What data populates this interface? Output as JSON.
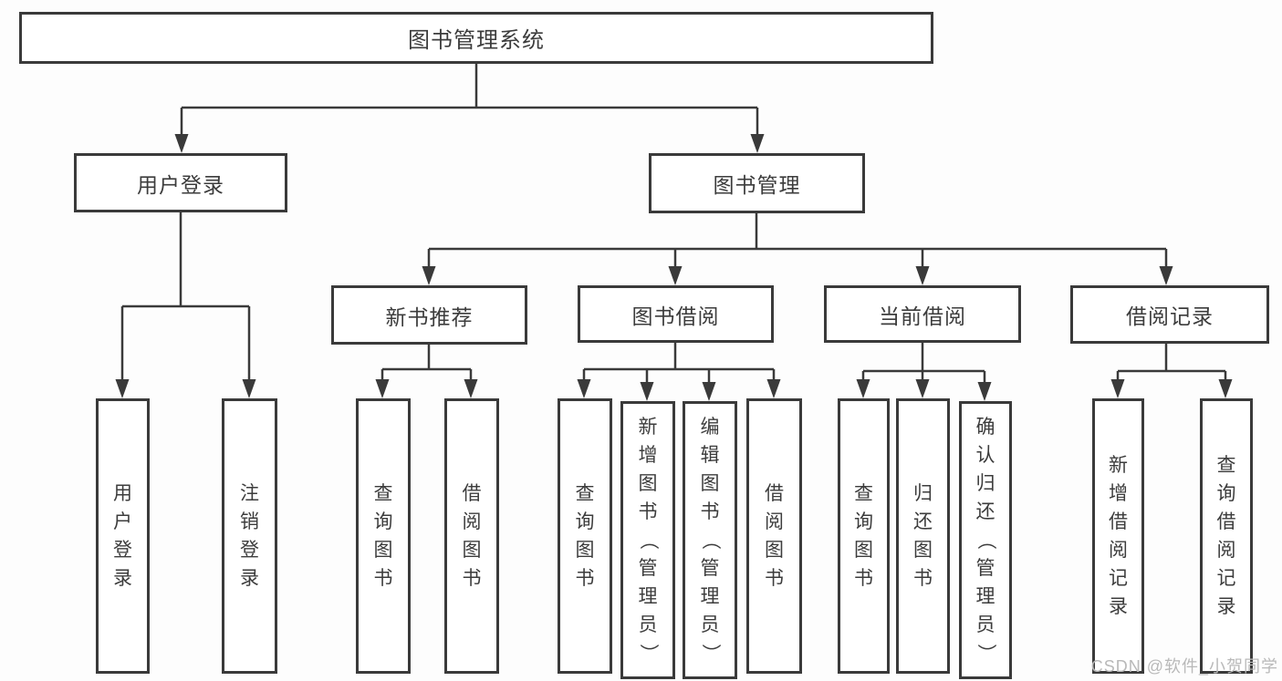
{
  "diagram": {
    "tree": {
      "root": {
        "label": "图书管理系统",
        "children": [
          {
            "label": "用户登录",
            "children": [
              {
                "label": "用户登录"
              },
              {
                "label": "注销登录"
              }
            ]
          },
          {
            "label": "图书管理",
            "children": [
              {
                "label": "新书推荐",
                "children": [
                  {
                    "label": "查询图书"
                  },
                  {
                    "label": "借阅图书"
                  }
                ]
              },
              {
                "label": "图书借阅",
                "children": [
                  {
                    "label": "查询图书"
                  },
                  {
                    "label": "新增图书（管理员）"
                  },
                  {
                    "label": "编辑图书（管理员）"
                  },
                  {
                    "label": "借阅图书"
                  }
                ]
              },
              {
                "label": "当前借阅",
                "children": [
                  {
                    "label": "查询图书"
                  },
                  {
                    "label": "归还图书"
                  },
                  {
                    "label": "确认归还（管理员）"
                  }
                ]
              },
              {
                "label": "借阅记录",
                "children": [
                  {
                    "label": "新增借阅记录"
                  },
                  {
                    "label": "查询借阅记录"
                  }
                ]
              }
            ]
          }
        ]
      }
    },
    "colors": {
      "line": "#3a3a3a",
      "box_background": "#ffffff",
      "text": "#3c3c3c",
      "watermark": "#b9b9b9",
      "page_background": "#fdfdfd"
    }
  },
  "watermark": {
    "text": "CSDN @软件_小贺同学"
  }
}
